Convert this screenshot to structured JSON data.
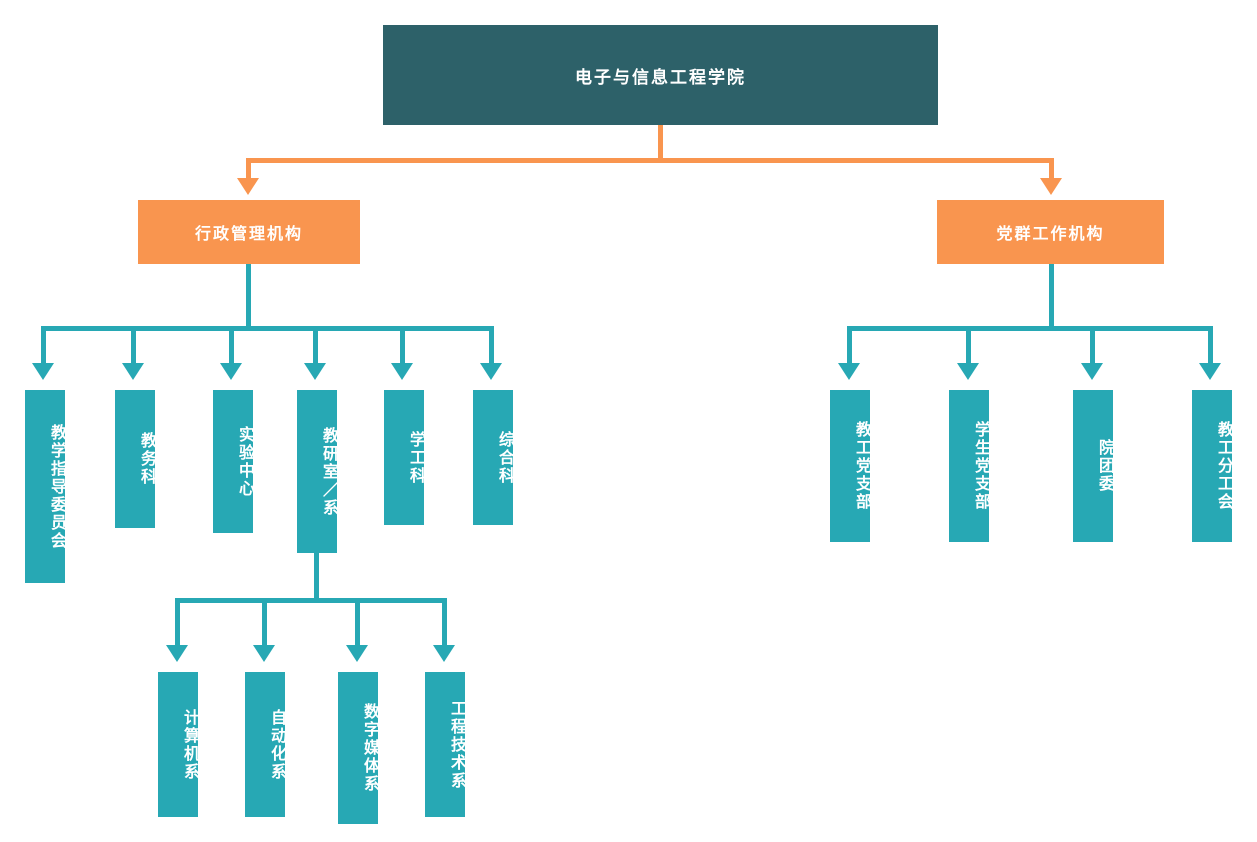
{
  "diagram": {
    "title_node": {
      "label": "电子与信息工程学院",
      "color": "#2d6169"
    },
    "branches": [
      {
        "label": "行政管理机构",
        "color": "#f9954f",
        "children": [
          {
            "label": "教学指导委员会"
          },
          {
            "label": "教务科"
          },
          {
            "label": "实验中心"
          },
          {
            "label": "教研室／系",
            "children": [
              {
                "label": "计算机系"
              },
              {
                "label": "自动化系"
              },
              {
                "label": "数字媒体系"
              },
              {
                "label": "工程技术系"
              }
            ]
          },
          {
            "label": "学工科"
          },
          {
            "label": "综合科"
          }
        ]
      },
      {
        "label": "党群工作机构",
        "color": "#f9954f",
        "children": [
          {
            "label": "教工党支部"
          },
          {
            "label": "学生党支部"
          },
          {
            "label": "院团委"
          },
          {
            "label": "教工分工会"
          }
        ]
      }
    ],
    "colors": {
      "root": "#2d6169",
      "level2": "#f9954f",
      "leaf": "#27a8b4",
      "background": "#ffffff"
    }
  }
}
